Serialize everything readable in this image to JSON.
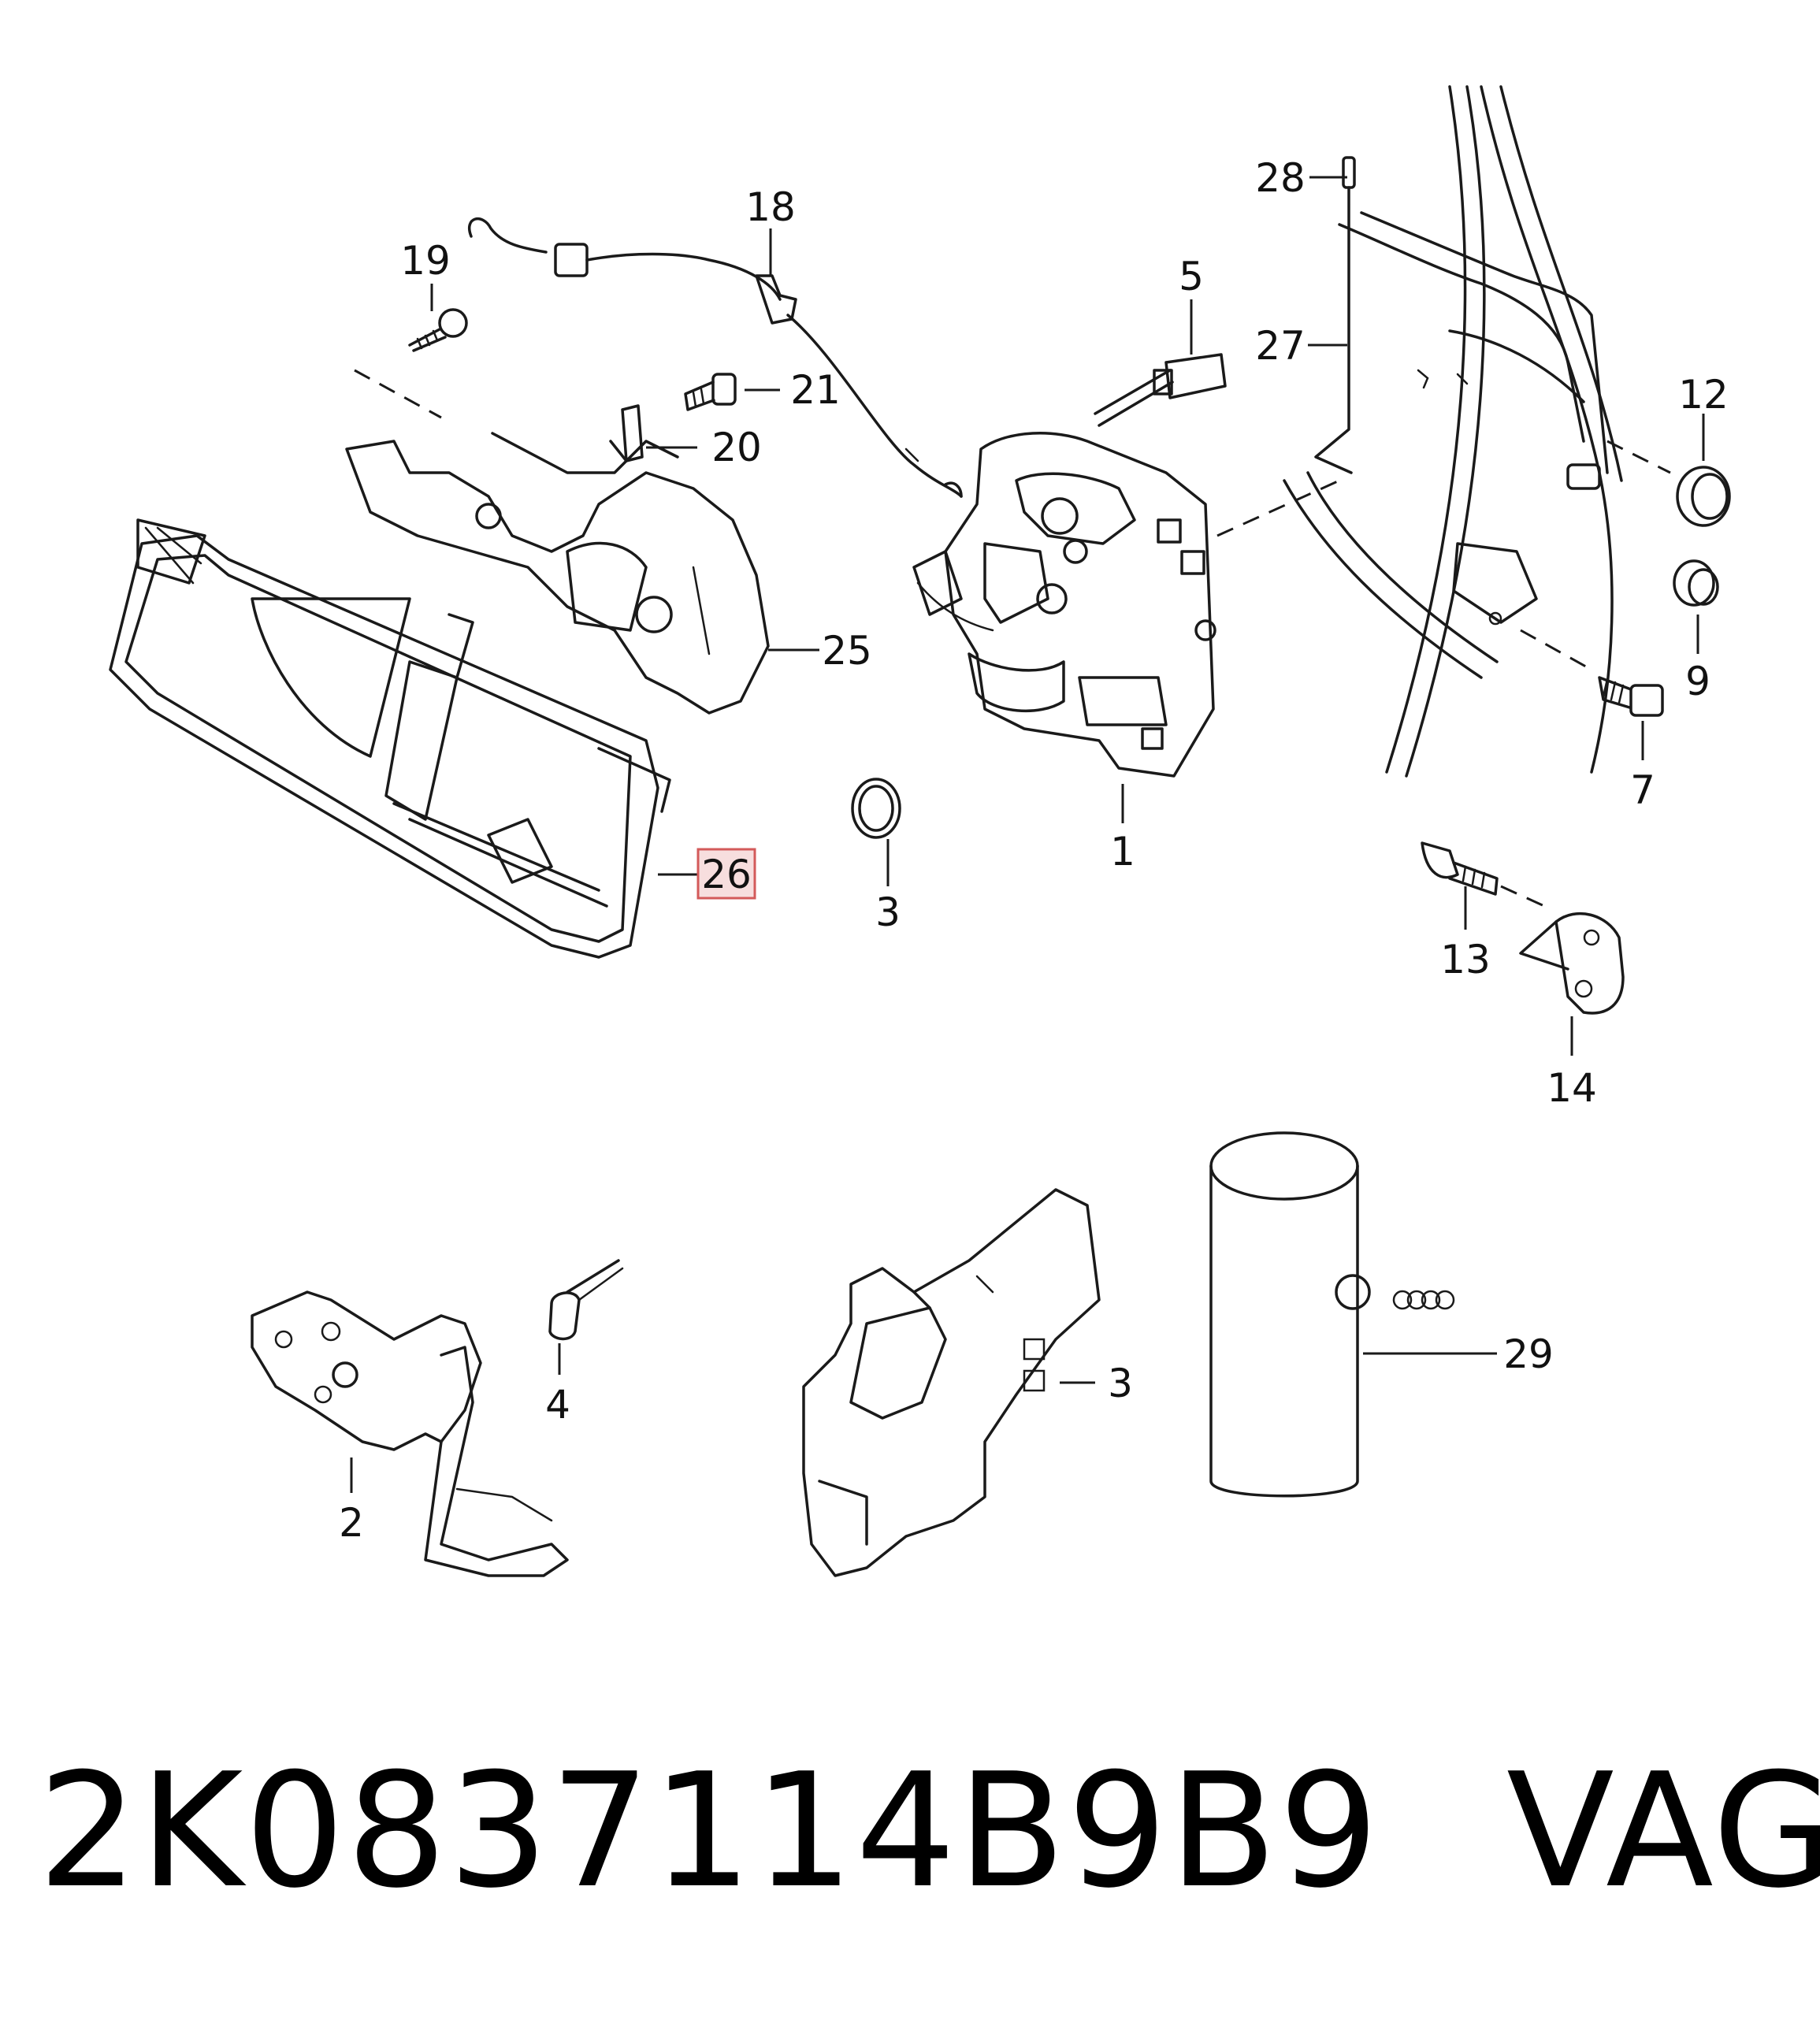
{
  "callouts": {
    "c1": "1",
    "c2": "2",
    "c3a": "3",
    "c3b": "3",
    "c4": "4",
    "c5": "5",
    "c7": "7",
    "c9": "9",
    "c12": "12",
    "c13": "13",
    "c14": "14",
    "c18": "18",
    "c19": "19",
    "c20": "20",
    "c21": "21",
    "c25": "25",
    "c26": "26",
    "c27": "27",
    "c28": "28",
    "c29": "29"
  },
  "highlighted_callout": "26",
  "colors": {
    "highlight_fill": "#f7dede",
    "highlight_stroke": "#d35a5a",
    "line": "#1a1a1a"
  },
  "footer": {
    "part_number": "2K0837114B9B9",
    "brand": "VAG"
  }
}
